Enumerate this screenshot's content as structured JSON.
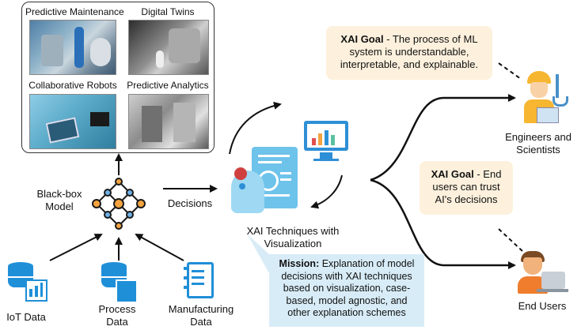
{
  "applications": {
    "items": [
      {
        "label": "Predictive Maintenance"
      },
      {
        "label": "Digital Twins"
      },
      {
        "label": "Collaborative Robots"
      },
      {
        "label": "Predictive Analytics"
      }
    ]
  },
  "model": {
    "label_line1": "Black-box",
    "label_line2": "Model"
  },
  "decisions": {
    "label": "Decisions"
  },
  "xai": {
    "label_line1": "XAI Techniques with",
    "label_line2": "Visualization"
  },
  "inputs": [
    {
      "line1": "IoT Data",
      "line2": ""
    },
    {
      "line1": "Process",
      "line2": "Data"
    },
    {
      "line1": "Manufacturing",
      "line2": "Data"
    }
  ],
  "goal1": {
    "bold": "XAI Goal",
    "text_1": " - The process of ML",
    "text_2": "system is understandable,",
    "text_3": "interpretable, and explainable."
  },
  "goal2": {
    "bold": "XAI Goal",
    "text_1": " - End",
    "text_2": "users can trust",
    "text_3": "AI's decisions"
  },
  "mission": {
    "bold": "Mission:",
    "text_1": " Explanation of model",
    "text_2": "decisions with XAI techniques",
    "text_3": "based on visualization, case-",
    "text_4": "based, model agnostic, and",
    "text_5": "other explanation schemes"
  },
  "engineers": {
    "line1": "Engineers and",
    "line2": "Scientists"
  },
  "end_users": {
    "label": "End Users"
  },
  "colors": {
    "goal_bg": "#fdf1dd",
    "mission_bg": "#d8ecf7",
    "icon_blue": "#1f8fd8",
    "node_orange": "#f4a340"
  }
}
